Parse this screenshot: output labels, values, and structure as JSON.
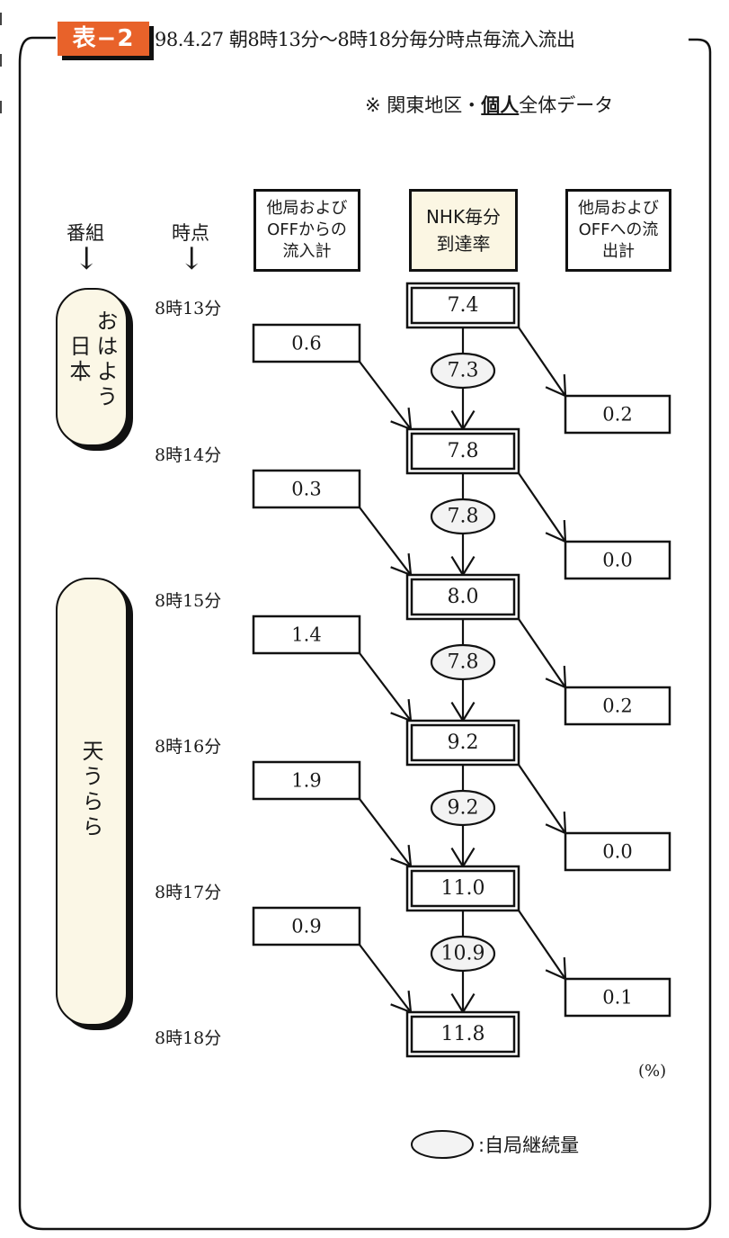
{
  "title": {
    "badge": "表−2",
    "text": "98.4.27 朝8時13分〜8時18分毎分時点毎流入流出"
  },
  "note": {
    "prefix": "※ 関東地区・",
    "emphasis": "個人",
    "suffix": "全体データ"
  },
  "columns": {
    "program_label": "番組",
    "time_label": "時点",
    "arrow_glyph": "↓",
    "inflow_header": [
      "他局および",
      "OFFからの",
      "流入計"
    ],
    "nhk_header": [
      "NHK毎分",
      "到達率"
    ],
    "outflow_header": [
      "他局および",
      "OFFへの流",
      "出計"
    ]
  },
  "programs": [
    {
      "name_cols": [
        "おはよう",
        "日本"
      ]
    },
    {
      "name_cols": [
        "天うらら"
      ]
    }
  ],
  "unit_label": "(%)",
  "legend": {
    "label": ":自局継続量"
  },
  "chart_data": {
    "type": "table",
    "title": "98.4.27 朝8時13分〜8時18分毎分時点毎流入流出",
    "subtitle": "※ 関東地区・個人全体データ",
    "unit": "%",
    "time_points": [
      "8時13分",
      "8時14分",
      "8時15分",
      "8時16分",
      "8時17分",
      "8時18分"
    ],
    "nhk_reach": [
      7.4,
      7.8,
      8.0,
      9.2,
      11.0,
      11.8
    ],
    "retained": [
      7.3,
      7.8,
      7.8,
      9.2,
      10.9
    ],
    "inflow": [
      0.6,
      0.3,
      1.4,
      1.9,
      0.9
    ],
    "outflow": [
      0.2,
      0.0,
      0.2,
      0.0,
      0.1
    ],
    "value_labels": {
      "nhk_reach": [
        "7.4",
        "7.8",
        "8.0",
        "9.2",
        "11.0",
        "11.8"
      ],
      "retained": [
        "7.3",
        "7.8",
        "7.8",
        "9.2",
        "10.9"
      ],
      "inflow": [
        "0.6",
        "0.3",
        "1.4",
        "1.9",
        "0.9"
      ],
      "outflow": [
        "0.2",
        "0.0",
        "0.2",
        "0.0",
        "0.1"
      ]
    },
    "programs": [
      {
        "name": "おはよう日本",
        "from": "8時13分",
        "to": "8時14分"
      },
      {
        "name": "天うらら",
        "from": "8時15分",
        "to": "8時18分"
      }
    ],
    "legend": {
      "ellipse": "自局継続量"
    }
  }
}
